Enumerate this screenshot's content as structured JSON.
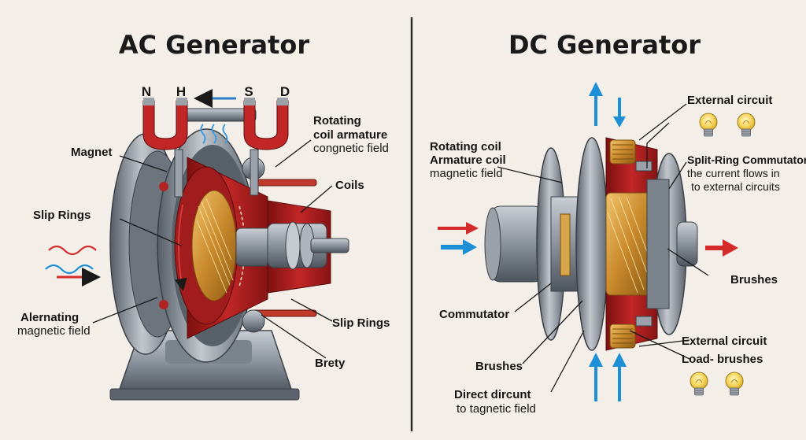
{
  "ac": {
    "title": "AC Generator",
    "poles": [
      "N",
      "H",
      "S",
      "D"
    ],
    "labels": {
      "rotating_line1": "Rotating",
      "rotating_line2": "coil armature",
      "rotating_line3": "congnetic field",
      "magnet": "Magnet",
      "coils": "Coils",
      "slip_rings_left": "Slip Rings",
      "alternating_line1": "Alernating",
      "alternating_line2": "magnetic field",
      "slip_rings_right": "Slip Rings",
      "brety": "Brety"
    }
  },
  "dc": {
    "title": "DC Generator",
    "labels": {
      "external_top": "External circuit",
      "rotating_line1": "Rotating coil",
      "rotating_line2": "Armature coil",
      "rotating_line3": "magnetic field",
      "split_line1": "Split-Ring Commutator",
      "split_line2": "the current flows in",
      "split_line3": "to external circuits",
      "brushes_right": "Brushes",
      "commutator": "Commutator",
      "external_bottom": "External circuit",
      "load_brushes": "Load- brushes",
      "brushes_bottom": "Brushes",
      "direct_line1": "Direct dircunt",
      "direct_line2": "to tagnetic field"
    }
  },
  "colors": {
    "steel": "#8a929c",
    "steel_dark": "#4d545d",
    "red": "#b21d1d",
    "copper": "#c98a2c",
    "blue_arrow": "#1c8fd6",
    "red_arrow": "#d42a2a",
    "bulb": "#f3d35a"
  },
  "icons": [
    "bulb-icon",
    "magnet-icon",
    "arrow-icon"
  ]
}
